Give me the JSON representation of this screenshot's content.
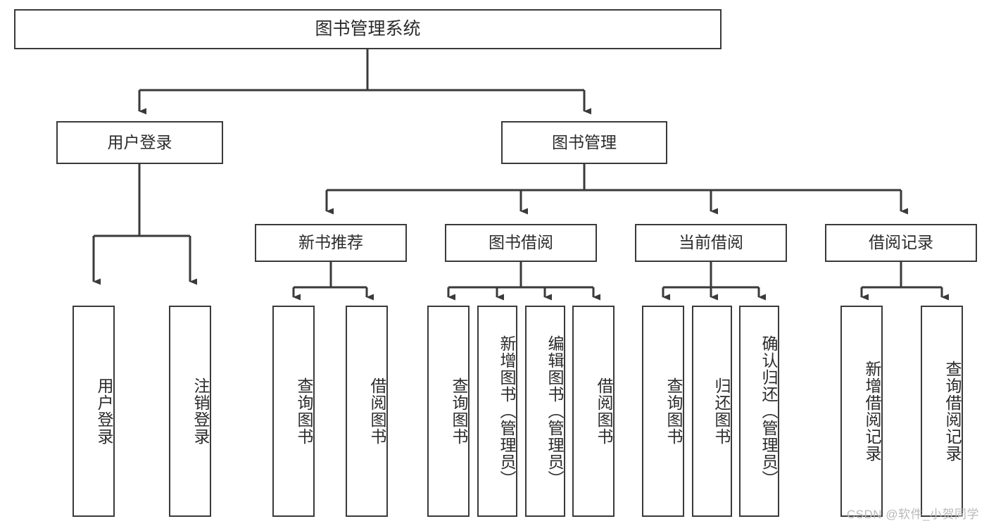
{
  "diagram": {
    "title": "图书管理系统",
    "type": "hierarchy-tree",
    "watermark": "CSDN @软件_小贺同学",
    "colors": {
      "stroke": "#3a3a3a",
      "fill": "#ffffff",
      "text": "#2b2b2b",
      "watermark": "#b9b9b9"
    },
    "nodes": {
      "root": {
        "label": "图书管理系统"
      },
      "level2": [
        {
          "id": "user-login",
          "label": "用户登录"
        },
        {
          "id": "book-manage",
          "label": "图书管理"
        }
      ],
      "level3": [
        {
          "id": "new-book-recommend",
          "label": "新书推荐"
        },
        {
          "id": "book-borrow",
          "label": "图书借阅"
        },
        {
          "id": "current-borrow",
          "label": "当前借阅"
        },
        {
          "id": "borrow-record",
          "label": "借阅记录"
        }
      ],
      "leaves": {
        "user_login": [
          {
            "id": "leaf-user-login",
            "label": "用户登录"
          },
          {
            "id": "leaf-logout-login",
            "label": "注销登录"
          }
        ],
        "new_book_recommend": [
          {
            "id": "leaf-query-book-1",
            "label": "查询图书"
          },
          {
            "id": "leaf-borrow-book-1",
            "label": "借阅图书"
          }
        ],
        "book_borrow": [
          {
            "id": "leaf-query-book-2",
            "label": "查询图书"
          },
          {
            "id": "leaf-add-book",
            "label": "新增图书（管理员）"
          },
          {
            "id": "leaf-edit-book",
            "label": "编辑图书（管理员）"
          },
          {
            "id": "leaf-borrow-book-2",
            "label": "借阅图书"
          }
        ],
        "current_borrow": [
          {
            "id": "leaf-query-book-3",
            "label": "查询图书"
          },
          {
            "id": "leaf-return-book",
            "label": "归还图书"
          },
          {
            "id": "leaf-confirm-return",
            "label": "确认归还（管理员）"
          }
        ],
        "borrow_record": [
          {
            "id": "leaf-add-record",
            "label": "新增借阅记录"
          },
          {
            "id": "leaf-query-record",
            "label": "查询借阅记录"
          }
        ]
      }
    }
  }
}
